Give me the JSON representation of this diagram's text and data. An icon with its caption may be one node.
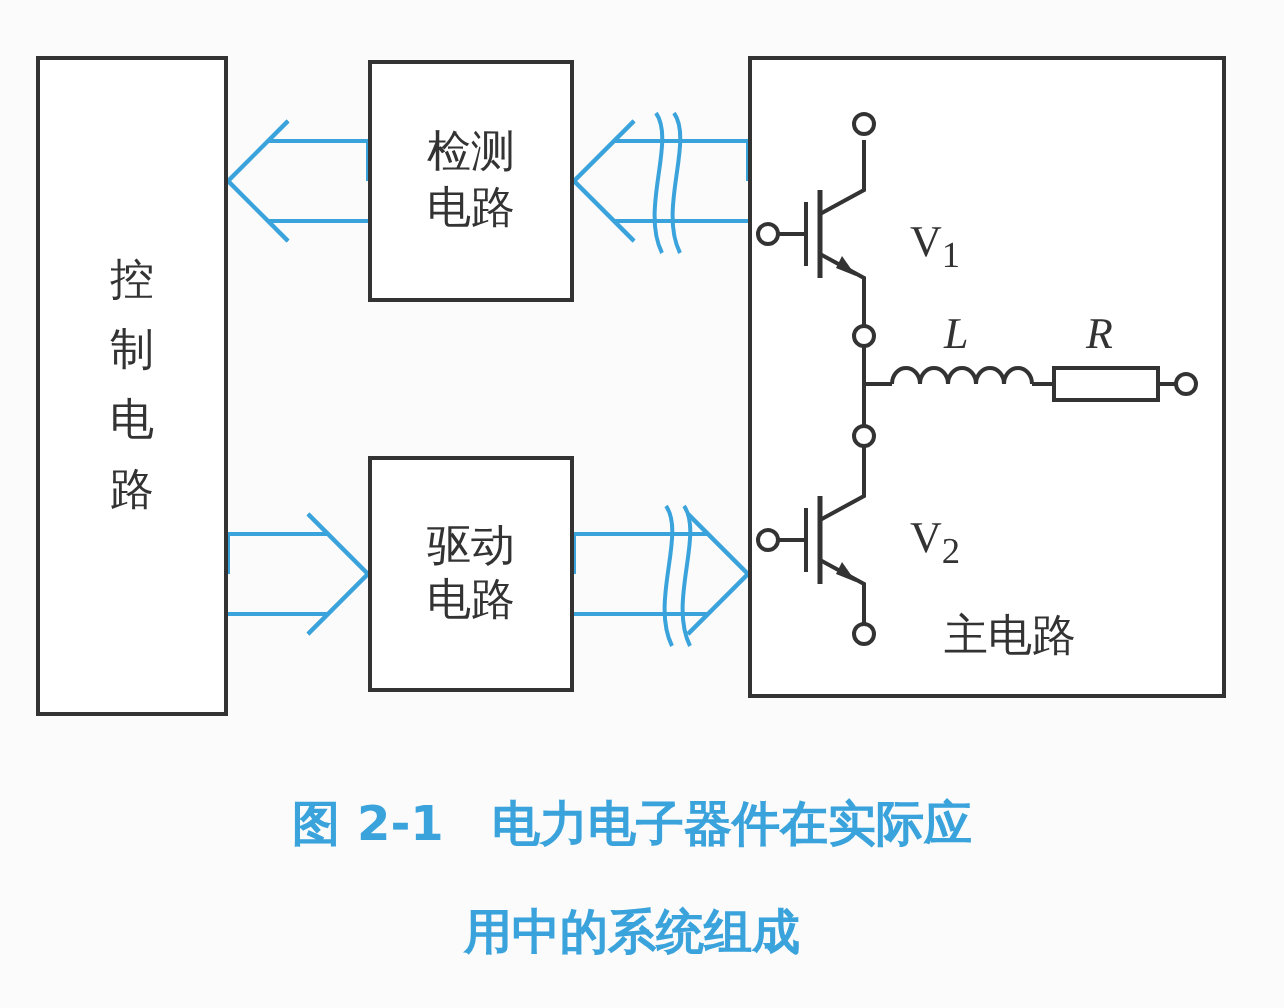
{
  "diagram": {
    "caption": "图 2-1　电力电子器件在实际应用中的系统组成",
    "nodes": [
      {
        "text": [
          "控制电路"
        ]
      },
      {
        "text": [
          "检测电路"
        ]
      },
      {
        "text": [
          "驱动电路"
        ]
      },
      {
        "text": [
          "主电路"
        ]
      }
    ],
    "edges": [
      {
        "from": 3,
        "to": 1,
        "arrow": "to",
        "color": "#3ba3dc"
      },
      {
        "from": 1,
        "to": 0,
        "arrow": "to",
        "color": "#3ba3dc"
      },
      {
        "from": 0,
        "to": 2,
        "arrow": "to",
        "color": "#3ba3dc"
      },
      {
        "from": 2,
        "to": 3,
        "arrow": "to",
        "color": "#3ba3dc"
      }
    ],
    "labels": [
      "V$_{1}$",
      "V$_{2}$",
      "L",
      "R"
    ]
  }
}
